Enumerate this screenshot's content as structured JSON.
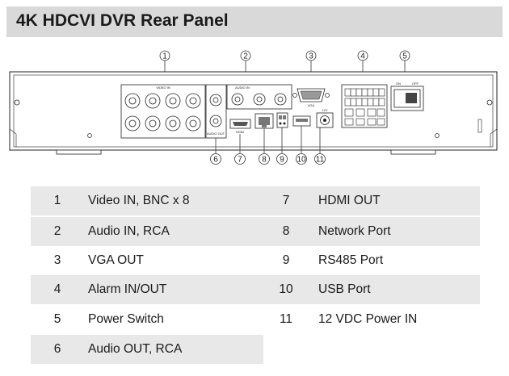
{
  "header": {
    "title": "4K HDCVI DVR Rear Panel"
  },
  "diagram": {
    "callouts_top": [
      "1",
      "2",
      "3",
      "4",
      "5"
    ],
    "callouts_bottom": [
      "6",
      "7",
      "8",
      "9",
      "10",
      "11"
    ],
    "panel_labels": {
      "video_in": "VIDEO IN",
      "audio_in": "AUDIO IN",
      "vga": "VGA",
      "audio_out": "AUDIO OUT",
      "hdmi": "HDMI",
      "power_dc": "12V",
      "on": "ON",
      "off": "OFF"
    }
  },
  "legend": {
    "rows": [
      {
        "num_left": "1",
        "label_left": "Video IN, BNC x 8",
        "num_right": "7",
        "label_right": "HDMI OUT"
      },
      {
        "num_left": "2",
        "label_left": "Audio IN, RCA",
        "num_right": "8",
        "label_right": "Network Port"
      },
      {
        "num_left": "3",
        "label_left": "VGA OUT",
        "num_right": "9",
        "label_right": "RS485 Port"
      },
      {
        "num_left": "4",
        "label_left": "Alarm IN/OUT",
        "num_right": "10",
        "label_right": "USB Port"
      },
      {
        "num_left": "5",
        "label_left": "Power Switch",
        "num_right": "11",
        "label_right": "12 VDC Power IN"
      },
      {
        "num_left": "6",
        "label_left": "Audio OUT, RCA",
        "num_right": "",
        "label_right": ""
      }
    ]
  }
}
